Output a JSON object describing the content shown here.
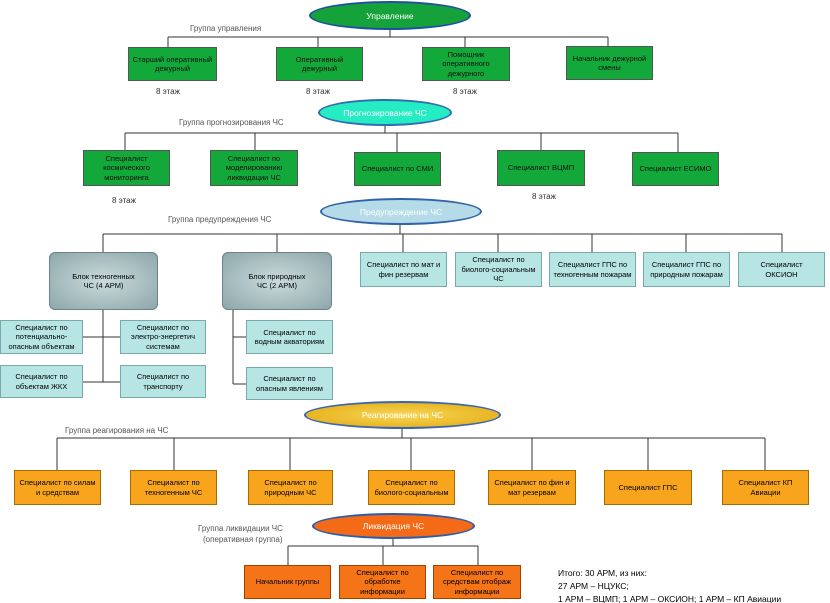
{
  "management": {
    "title": "Управление",
    "group_label": "Группа управления",
    "roles": [
      "Старший оперативный дежурный",
      "Оперативный дежурный",
      "Помощник оперативного дежурного",
      "Начальник дежурной смены"
    ],
    "floors": [
      "8 этаж",
      "8 этаж",
      "8 этаж"
    ]
  },
  "forecasting": {
    "title": "Прогнозирование ЧС",
    "group_label": "Группа прогнозирования ЧС",
    "roles": [
      "Специалист космического мониторинга",
      "Специалист по моделированию ликвидации ЧС",
      "Специалист по СМИ",
      "Специалист ВЦМП",
      "Специалист ЕСИМО"
    ],
    "floors": [
      "8 этаж",
      "8 этаж"
    ]
  },
  "warning": {
    "title": "Предупреждение ЧС",
    "group_label": "Группа предупреждения ЧС",
    "blocks": [
      {
        "title": "Блок техногенных ЧС (4 АРМ)"
      },
      {
        "title": "Блок природных ЧС (2 АРМ)"
      }
    ],
    "tech_roles": [
      "Специалист по потенциально- опасным объектам",
      "Специалист по электро-энергетич системам",
      "Специалист по объектам ЖКХ",
      "Специалист по транспорту"
    ],
    "nature_roles": [
      "Специалист по водным акваториям",
      "Специалист по опасным явлениям"
    ],
    "roles": [
      "Специалист по мат и фин резервам",
      "Специалист по биолого-социальным ЧС",
      "Специалист ГПС по техногенным пожарам",
      "Специалист ГПС по природным пожарам",
      "Специалист ОКСИОН"
    ]
  },
  "response": {
    "title": "Реагирование на ЧС",
    "group_label": "Группа реагирования на ЧС",
    "roles": [
      "Специалист по силам и средствам",
      "Специалист по техногенным ЧС",
      "Специалист по природным ЧС",
      "Специалист по биолого-социальным",
      "Специалист по фин и мат резервам",
      "Специалист ГПС",
      "Специалист КП Авиации"
    ]
  },
  "liquidation": {
    "title": "Ликвидация ЧС",
    "group_label_1": "Группа ликвидации ЧС",
    "group_label_2": "(оперативная группа)",
    "roles": [
      "Начальник группы",
      "Специалист по обработке информации",
      "Специалист по средствам отображ информации"
    ]
  },
  "summary": {
    "line1": "Итого: 30 АРМ, из них:",
    "line2": "27 АРМ – НЦУКС;",
    "line3": "1 АРМ – ВЦМП; 1 АРМ – ОКСИОН; 1 АРМ – КП Авиации"
  },
  "colors": {
    "green": "#12a83a",
    "teal": "#b6e5e4",
    "orange": "#f8a41d",
    "red_orange": "#f47417"
  }
}
